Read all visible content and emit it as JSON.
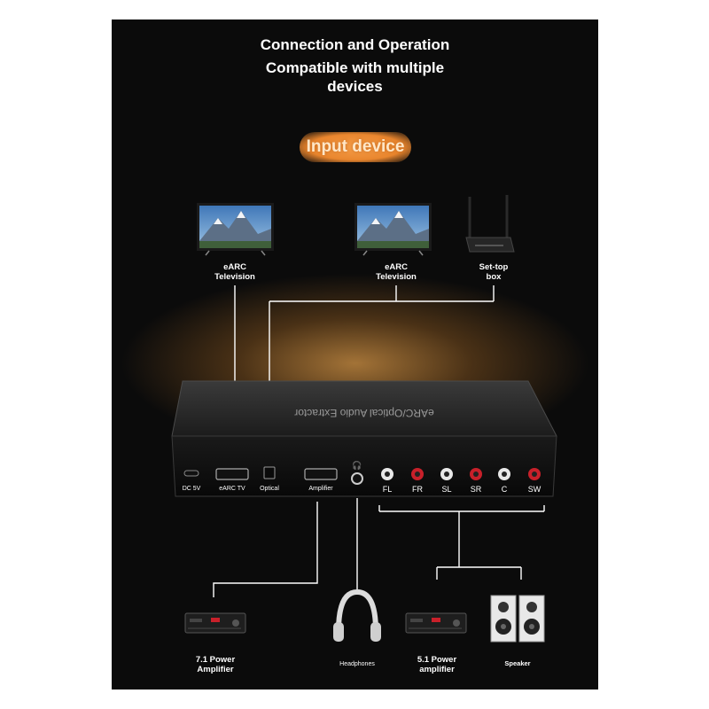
{
  "header": {
    "title_line1": "Connection and Operation",
    "title_line2a": "Compatible with multiple",
    "title_line2b": "devices"
  },
  "badge": {
    "label": "Input device"
  },
  "inputs": [
    {
      "line1": "eARC",
      "line2": "Television",
      "icon": "tv-icon"
    },
    {
      "line1": "eARC",
      "line2": "Television",
      "icon": "tv-icon"
    },
    {
      "line1": "Set-top",
      "line2": "box",
      "icon": "router-icon"
    }
  ],
  "device": {
    "name": "eARC/Optical Audio Extractor",
    "ports": {
      "dc": "DC 5V",
      "earc": "eARC TV",
      "optical": "Optical",
      "amplifier": "Amplifier"
    },
    "rca": [
      "FL",
      "FR",
      "SL",
      "SR",
      "C",
      "SW"
    ]
  },
  "outputs": [
    {
      "line1": "7.1 Power",
      "line2": "Amplifier",
      "icon": "amplifier-icon"
    },
    {
      "line1": "Headphones",
      "line2": "",
      "icon": "headphones-icon"
    },
    {
      "line1": "5.1 Power",
      "line2": "amplifier",
      "icon": "amplifier-icon"
    },
    {
      "line1": "Speaker",
      "line2": "",
      "icon": "speaker-icon"
    }
  ],
  "colors": {
    "accent": "#e9862e",
    "background": "#0b0b0b",
    "rca_white": "#e8e8e8",
    "rca_red": "#c8202a"
  }
}
